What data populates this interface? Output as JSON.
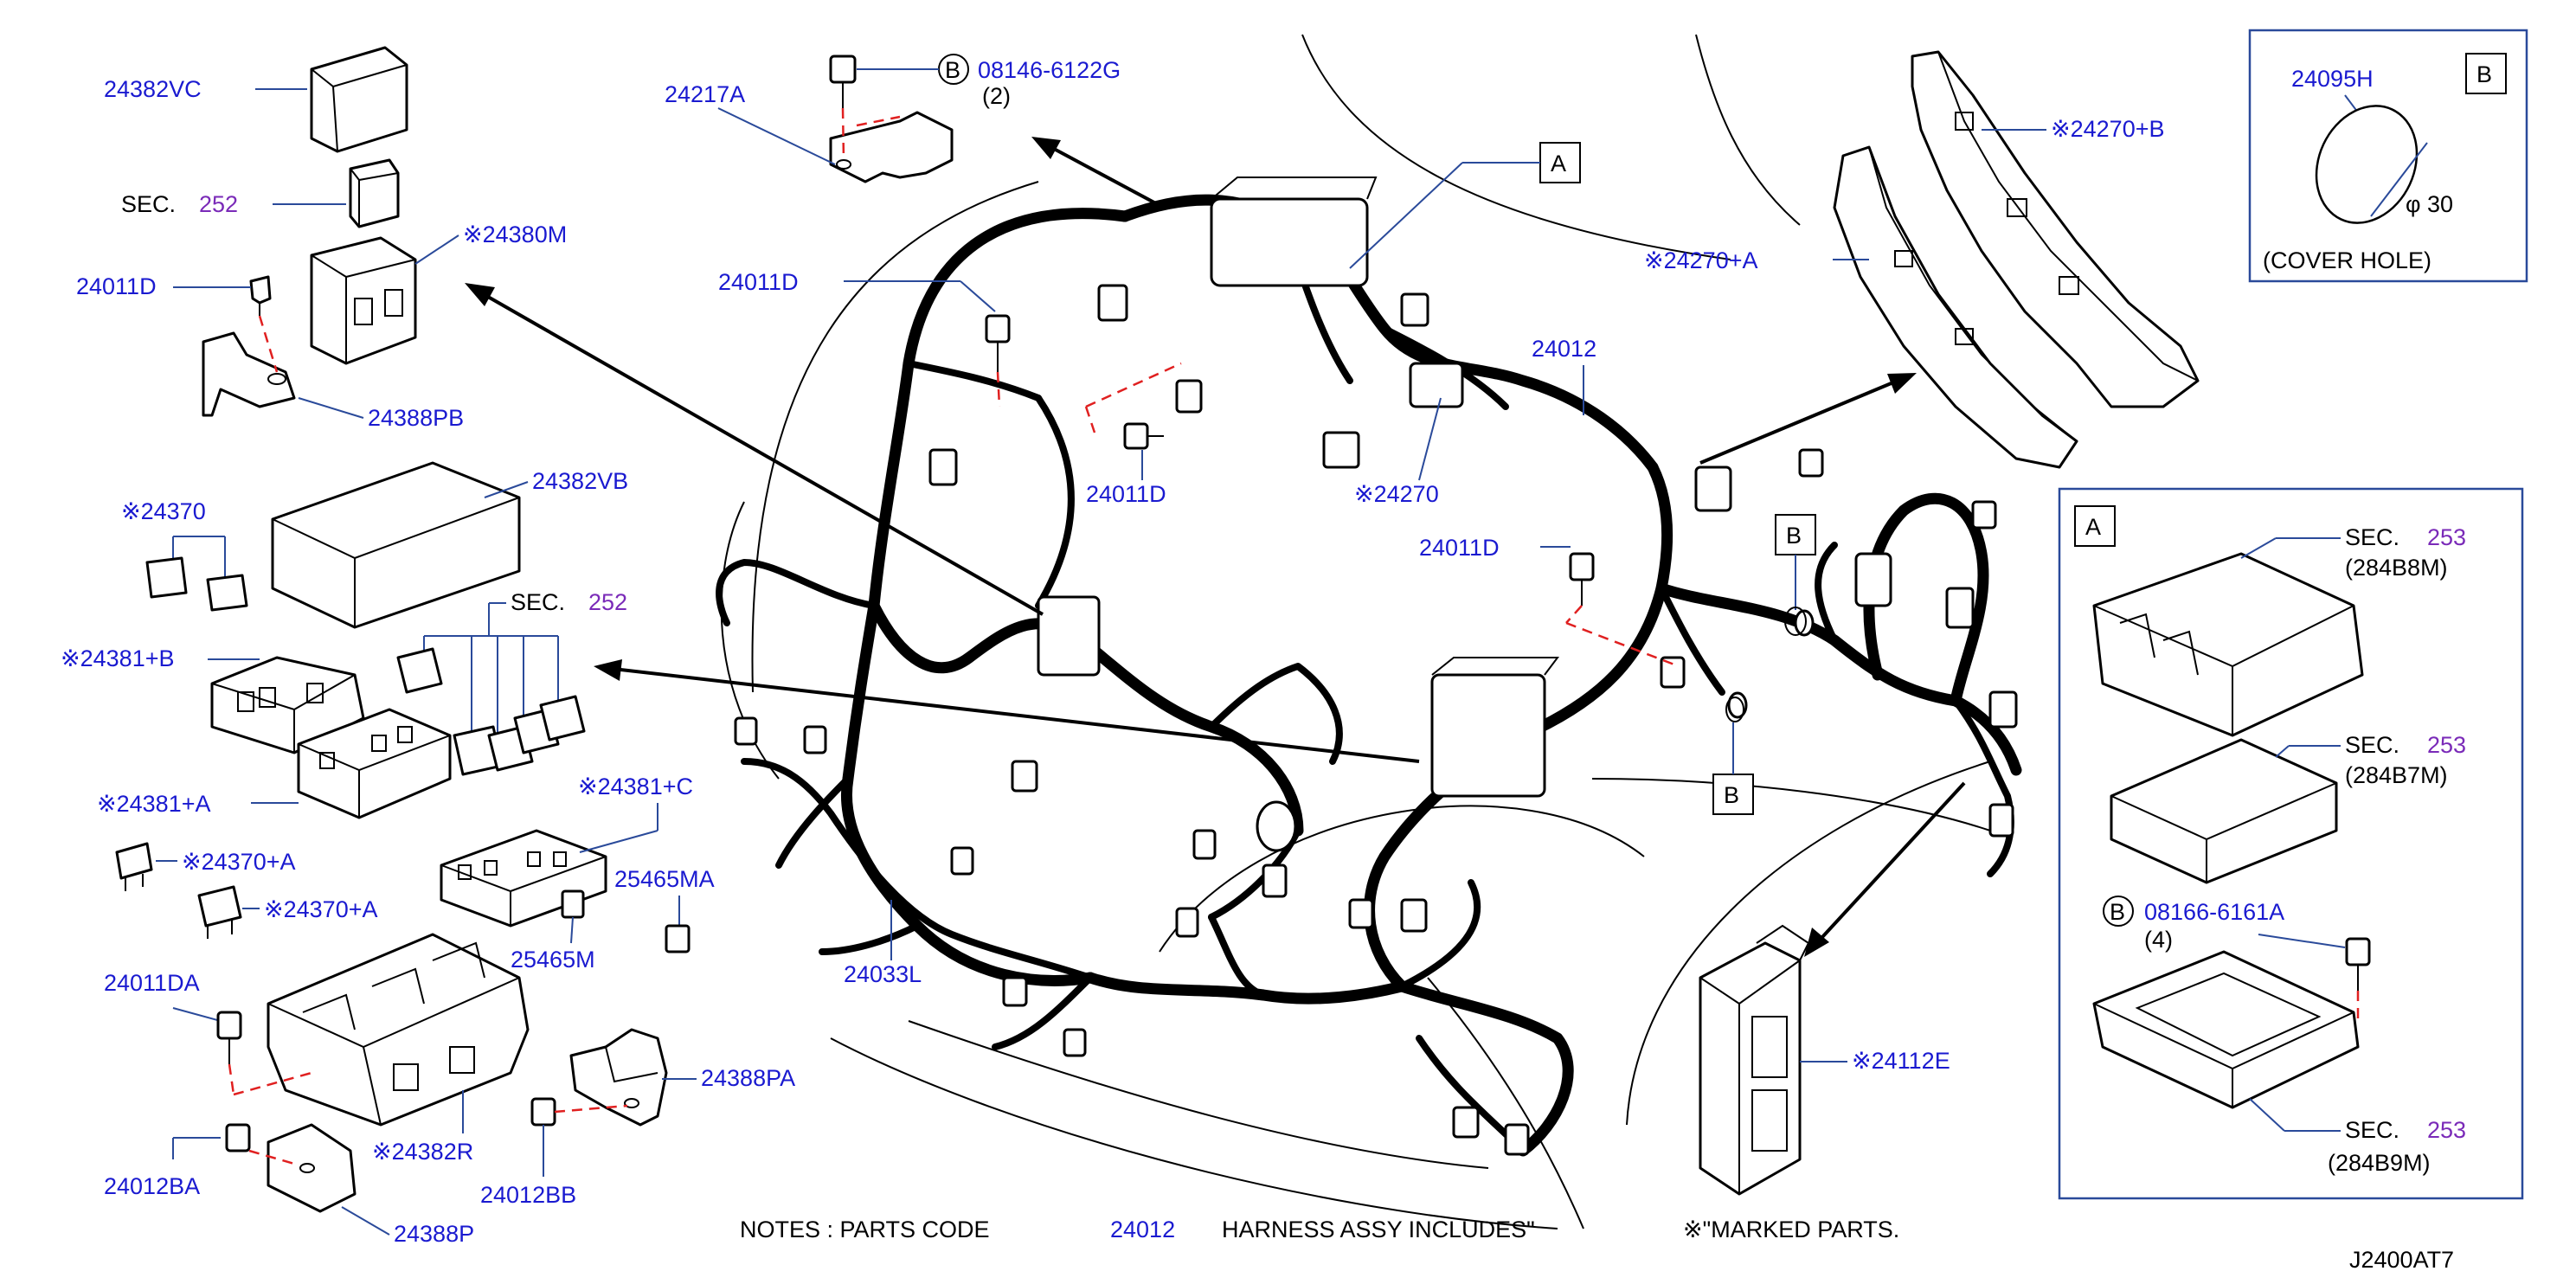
{
  "labels": {
    "p24382VC": "24382VC",
    "sec_252_a": "SEC.",
    "sec_252_a_num": "252",
    "p24380M": "※24380M",
    "p24011D_l": "24011D",
    "p24388PB": "24388PB",
    "p24217A": "24217A",
    "b_bolt_top": "08146-6122G",
    "b_bolt_top_qty": "(2)",
    "b_letter": "B",
    "box_a_top": "A",
    "p24011D_c1": "24011D",
    "p24011D_c2": "24011D",
    "p24012": "24012",
    "p24270": "※24270",
    "p24011D_r": "24011D",
    "p24270pA": "※24270+A",
    "p24270pB": "※24270+B",
    "p24095H": "24095H",
    "cover_hole": "(COVER   HOLE)",
    "phi30": "φ 30",
    "box_b_label": "B",
    "p24370": "※24370",
    "p24382VB": "24382VB",
    "sec_252_b": "SEC.",
    "sec_252_b_num": "252",
    "p24381pB": "※24381+B",
    "p24381pA": "※24381+A",
    "p24381pC": "※24381+C",
    "p24370pA1": "※24370+A",
    "p24370pA2": "※24370+A",
    "p25465MA": "25465MA",
    "p25465M": "25465M",
    "p24011DA": "24011DA",
    "p24382R": "※24382R",
    "p24388PA": "24388PA",
    "p24012BA": "24012BA",
    "p24012BB": "24012BB",
    "p24388P": "24388P",
    "p24033L": "24033L",
    "p24112E": "※24112E",
    "b_callout_1": "B",
    "b_callout_2": "B",
    "inset_a_label": "A",
    "sec253_1": "SEC.",
    "sec253_1_num": "253",
    "sec253_1_code": "(284B8M)",
    "sec253_2": "SEC.",
    "sec253_2_num": "253",
    "sec253_2_code": "(284B7M)",
    "b_bolt_inset": "08166-6161A",
    "b_bolt_inset_qty": "(4)",
    "sec253_3": "SEC.",
    "sec253_3_num": "253",
    "sec253_3_code": "(284B9M)",
    "note_lead": "NOTES   :   PARTS   CODE",
    "note_code": "24012",
    "note_tail": "HARNESS   ASSY   INCLUDES\"",
    "note_marked": "※\"MARKED   PARTS.",
    "figure_id": "J2400AT7"
  }
}
